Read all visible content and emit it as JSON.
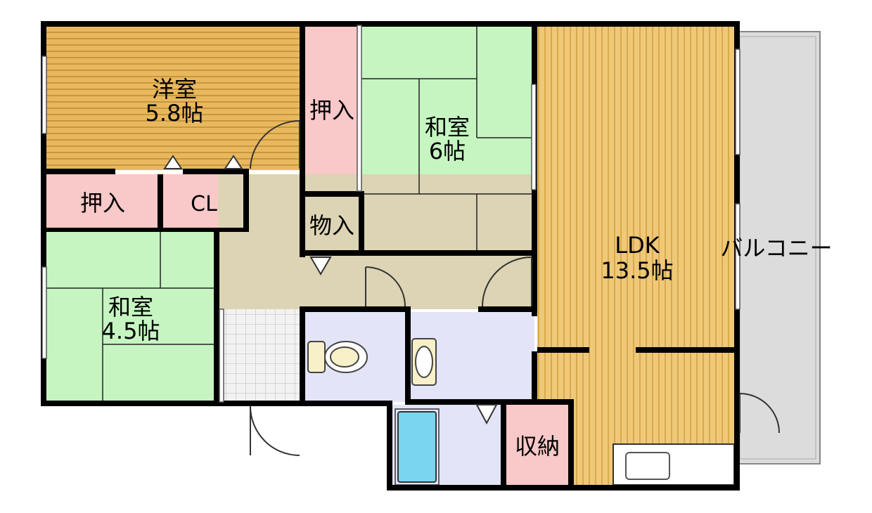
{
  "rooms": {
    "western_room": {
      "name": "洋室",
      "size": "5.8帖"
    },
    "oshiire_top": {
      "name": "押入"
    },
    "japanese_room_6": {
      "name": "和室",
      "size": "6帖"
    },
    "oshiire_left": {
      "name": "押入"
    },
    "closet": {
      "name": "CL"
    },
    "storage_small": {
      "name": "物入"
    },
    "japanese_room_45": {
      "name": "和室",
      "size": "4.5帖"
    },
    "ldk": {
      "name": "LDK",
      "size": "13.5帖"
    },
    "balcony": {
      "name": "バルコニー"
    },
    "storage_kitchen": {
      "name": "収納"
    }
  },
  "colors": {
    "wall": "#000000",
    "wood_floor": "#e8b85e",
    "wood_stripe": "#c9963c",
    "ldk_floor": "#efc978",
    "ldk_stripe": "#d9a94e",
    "tatami": "#c6f5c2",
    "oshiire": "#f9c8c8",
    "hall": "#dcd4b4",
    "toilet": "#e4e4f8",
    "entrance_tile": "#e6e6e6",
    "bath_tub": "#7ad6f0",
    "balcony": "#dcdcdc"
  }
}
